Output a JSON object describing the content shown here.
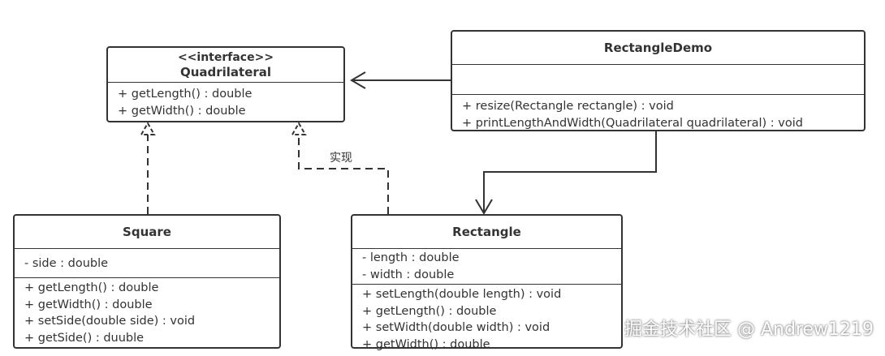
{
  "quadrilateral": {
    "stereotype": "<<interface>>",
    "name": "Quadrilateral",
    "methods": [
      "+ getLength() :  double",
      "+ getWidth() :   double"
    ]
  },
  "demo": {
    "name": "RectangleDemo",
    "methods": [
      "+ resize(Rectangle rectangle) : void",
      "+ printLengthAndWidth(Quadrilateral quadrilateral) : void"
    ]
  },
  "square": {
    "name": "Square",
    "attributes": [
      "- side : double"
    ],
    "methods": [
      "+ getLength() :  double",
      "+ getWidth() :   double",
      "+ setSide(double side) : void",
      "+ getSide() : duuble"
    ]
  },
  "rectangle": {
    "name": "Rectangle",
    "attributes": [
      "- length :   double",
      "- width :   double"
    ],
    "methods": [
      "+ setLength(double length) :  void",
      "+ getLength() :  double",
      "+ setWidth(double  width) : void",
      "+ getWidth() :   double"
    ]
  },
  "label_realization": "实现",
  "watermark": "掘金技术社区 @ Andrew1219"
}
